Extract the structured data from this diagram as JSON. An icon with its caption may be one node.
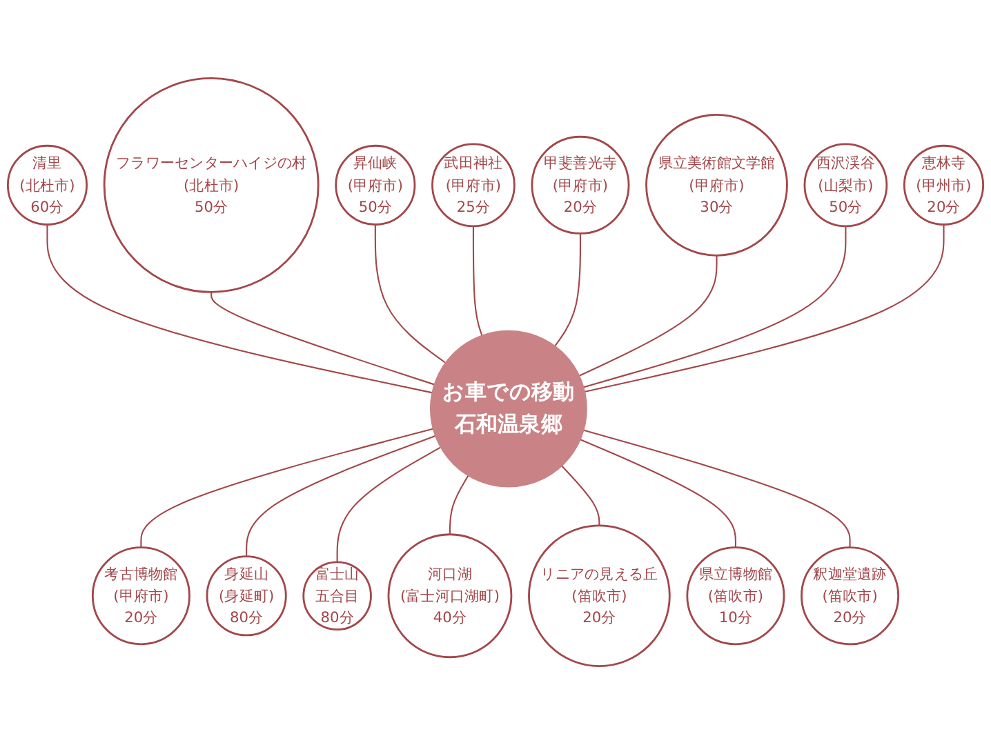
{
  "diagram": {
    "nodes": [
      {
        "text": [
          "お車での移動",
          "石和温泉郷"
        ]
      },
      {
        "text": [
          "清里",
          "(北杜市)",
          "60分"
        ]
      },
      {
        "text": [
          "昇仙峡",
          "(甲府市)",
          "50分"
        ]
      },
      {
        "text": [
          "武田神社",
          "(甲府市)",
          "25分"
        ]
      },
      {
        "text": [
          "甲斐善光寺",
          "(甲府市)",
          "20分"
        ]
      },
      {
        "text": [
          "西沢渓谷",
          "(山梨市)",
          "50分"
        ]
      },
      {
        "text": [
          "県立美術館文学館",
          "(甲府市)",
          "30分"
        ]
      },
      {
        "text": [
          "フラワーセンターハイジの村",
          "(北杜市)",
          "50分"
        ]
      },
      {
        "text": [
          "恵林寺",
          "(甲州市)",
          "20分"
        ]
      },
      {
        "text": [
          "考古博物館",
          "(甲府市)",
          "20分"
        ]
      },
      {
        "text": [
          "釈迦堂遺跡",
          "(笛吹市)",
          "20分"
        ]
      },
      {
        "text": [
          "身延山",
          "(身延町)",
          "80分"
        ]
      },
      {
        "text": [
          "富士山",
          "五合目",
          "80分"
        ]
      },
      {
        "text": [
          "河口湖",
          "(富士河口湖町)",
          "40分"
        ]
      },
      {
        "text": [
          "リニアの見える丘",
          "(笛吹市)",
          "20分"
        ]
      },
      {
        "text": [
          "県立博物館",
          "(笛吹市)",
          "10分"
        ]
      }
    ],
    "edges": [
      {
        "from": 1,
        "to": 0,
        "arrow": "none"
      },
      {
        "from": 7,
        "to": 0,
        "arrow": "none"
      },
      {
        "from": 2,
        "to": 0,
        "arrow": "none"
      },
      {
        "from": 3,
        "to": 0,
        "arrow": "none"
      },
      {
        "from": 4,
        "to": 0,
        "arrow": "none"
      },
      {
        "from": 6,
        "to": 0,
        "arrow": "none"
      },
      {
        "from": 5,
        "to": 0,
        "arrow": "none"
      },
      {
        "from": 8,
        "to": 0,
        "arrow": "none"
      },
      {
        "from": 0,
        "to": 9,
        "arrow": "none"
      },
      {
        "from": 0,
        "to": 11,
        "arrow": "none"
      },
      {
        "from": 0,
        "to": 12,
        "arrow": "none"
      },
      {
        "from": 0,
        "to": 13,
        "arrow": "none"
      },
      {
        "from": 0,
        "to": 14,
        "arrow": "none"
      },
      {
        "from": 0,
        "to": 15,
        "arrow": "none"
      },
      {
        "from": 0,
        "to": 10,
        "arrow": "none"
      }
    ]
  }
}
